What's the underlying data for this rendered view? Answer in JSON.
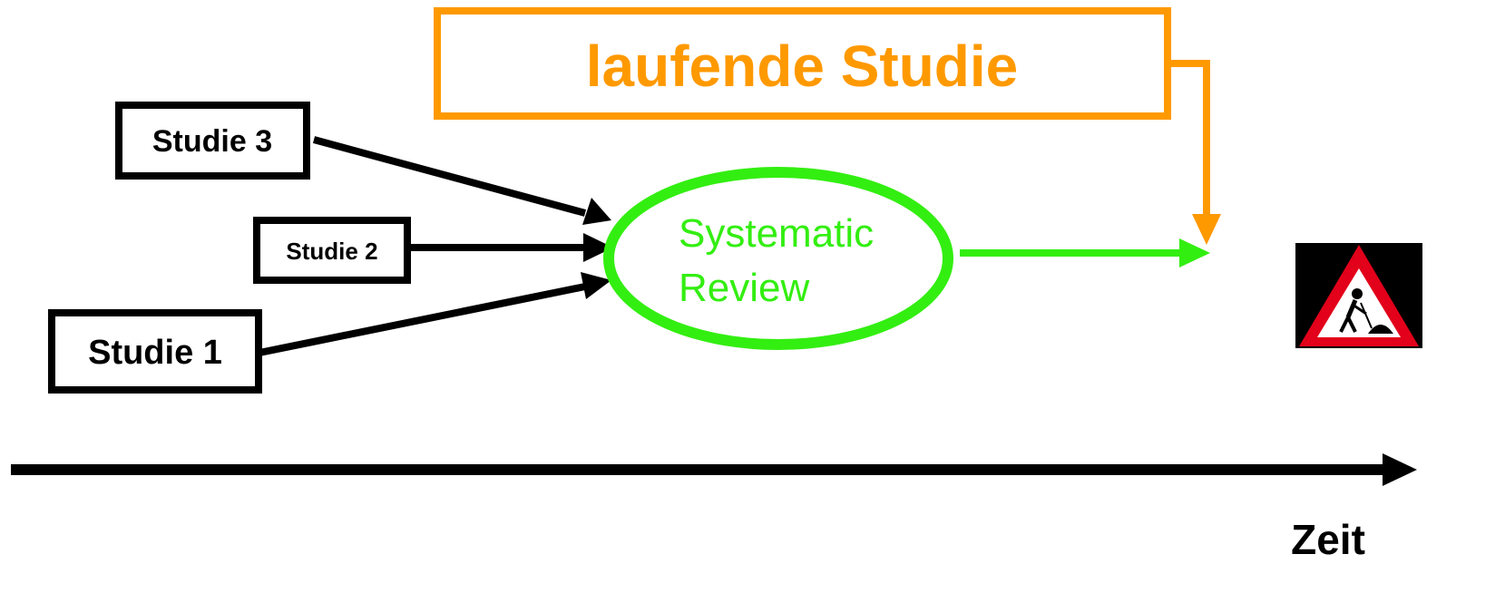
{
  "studies": {
    "study1_label": "Studie 1",
    "study2_label": "Studie 2",
    "study3_label": "Studie 3"
  },
  "review": {
    "line1": "Systematic",
    "line2": "Review"
  },
  "ongoing": {
    "label": "laufende Studie"
  },
  "timeline": {
    "label": "Zeit"
  },
  "sign": {
    "icon": "roadworks-sign-icon"
  },
  "colors": {
    "orange": "#FF9900",
    "green": "#33EE11",
    "black": "#000000",
    "sign_red": "#E2001A",
    "sign_bg": "#000000"
  }
}
